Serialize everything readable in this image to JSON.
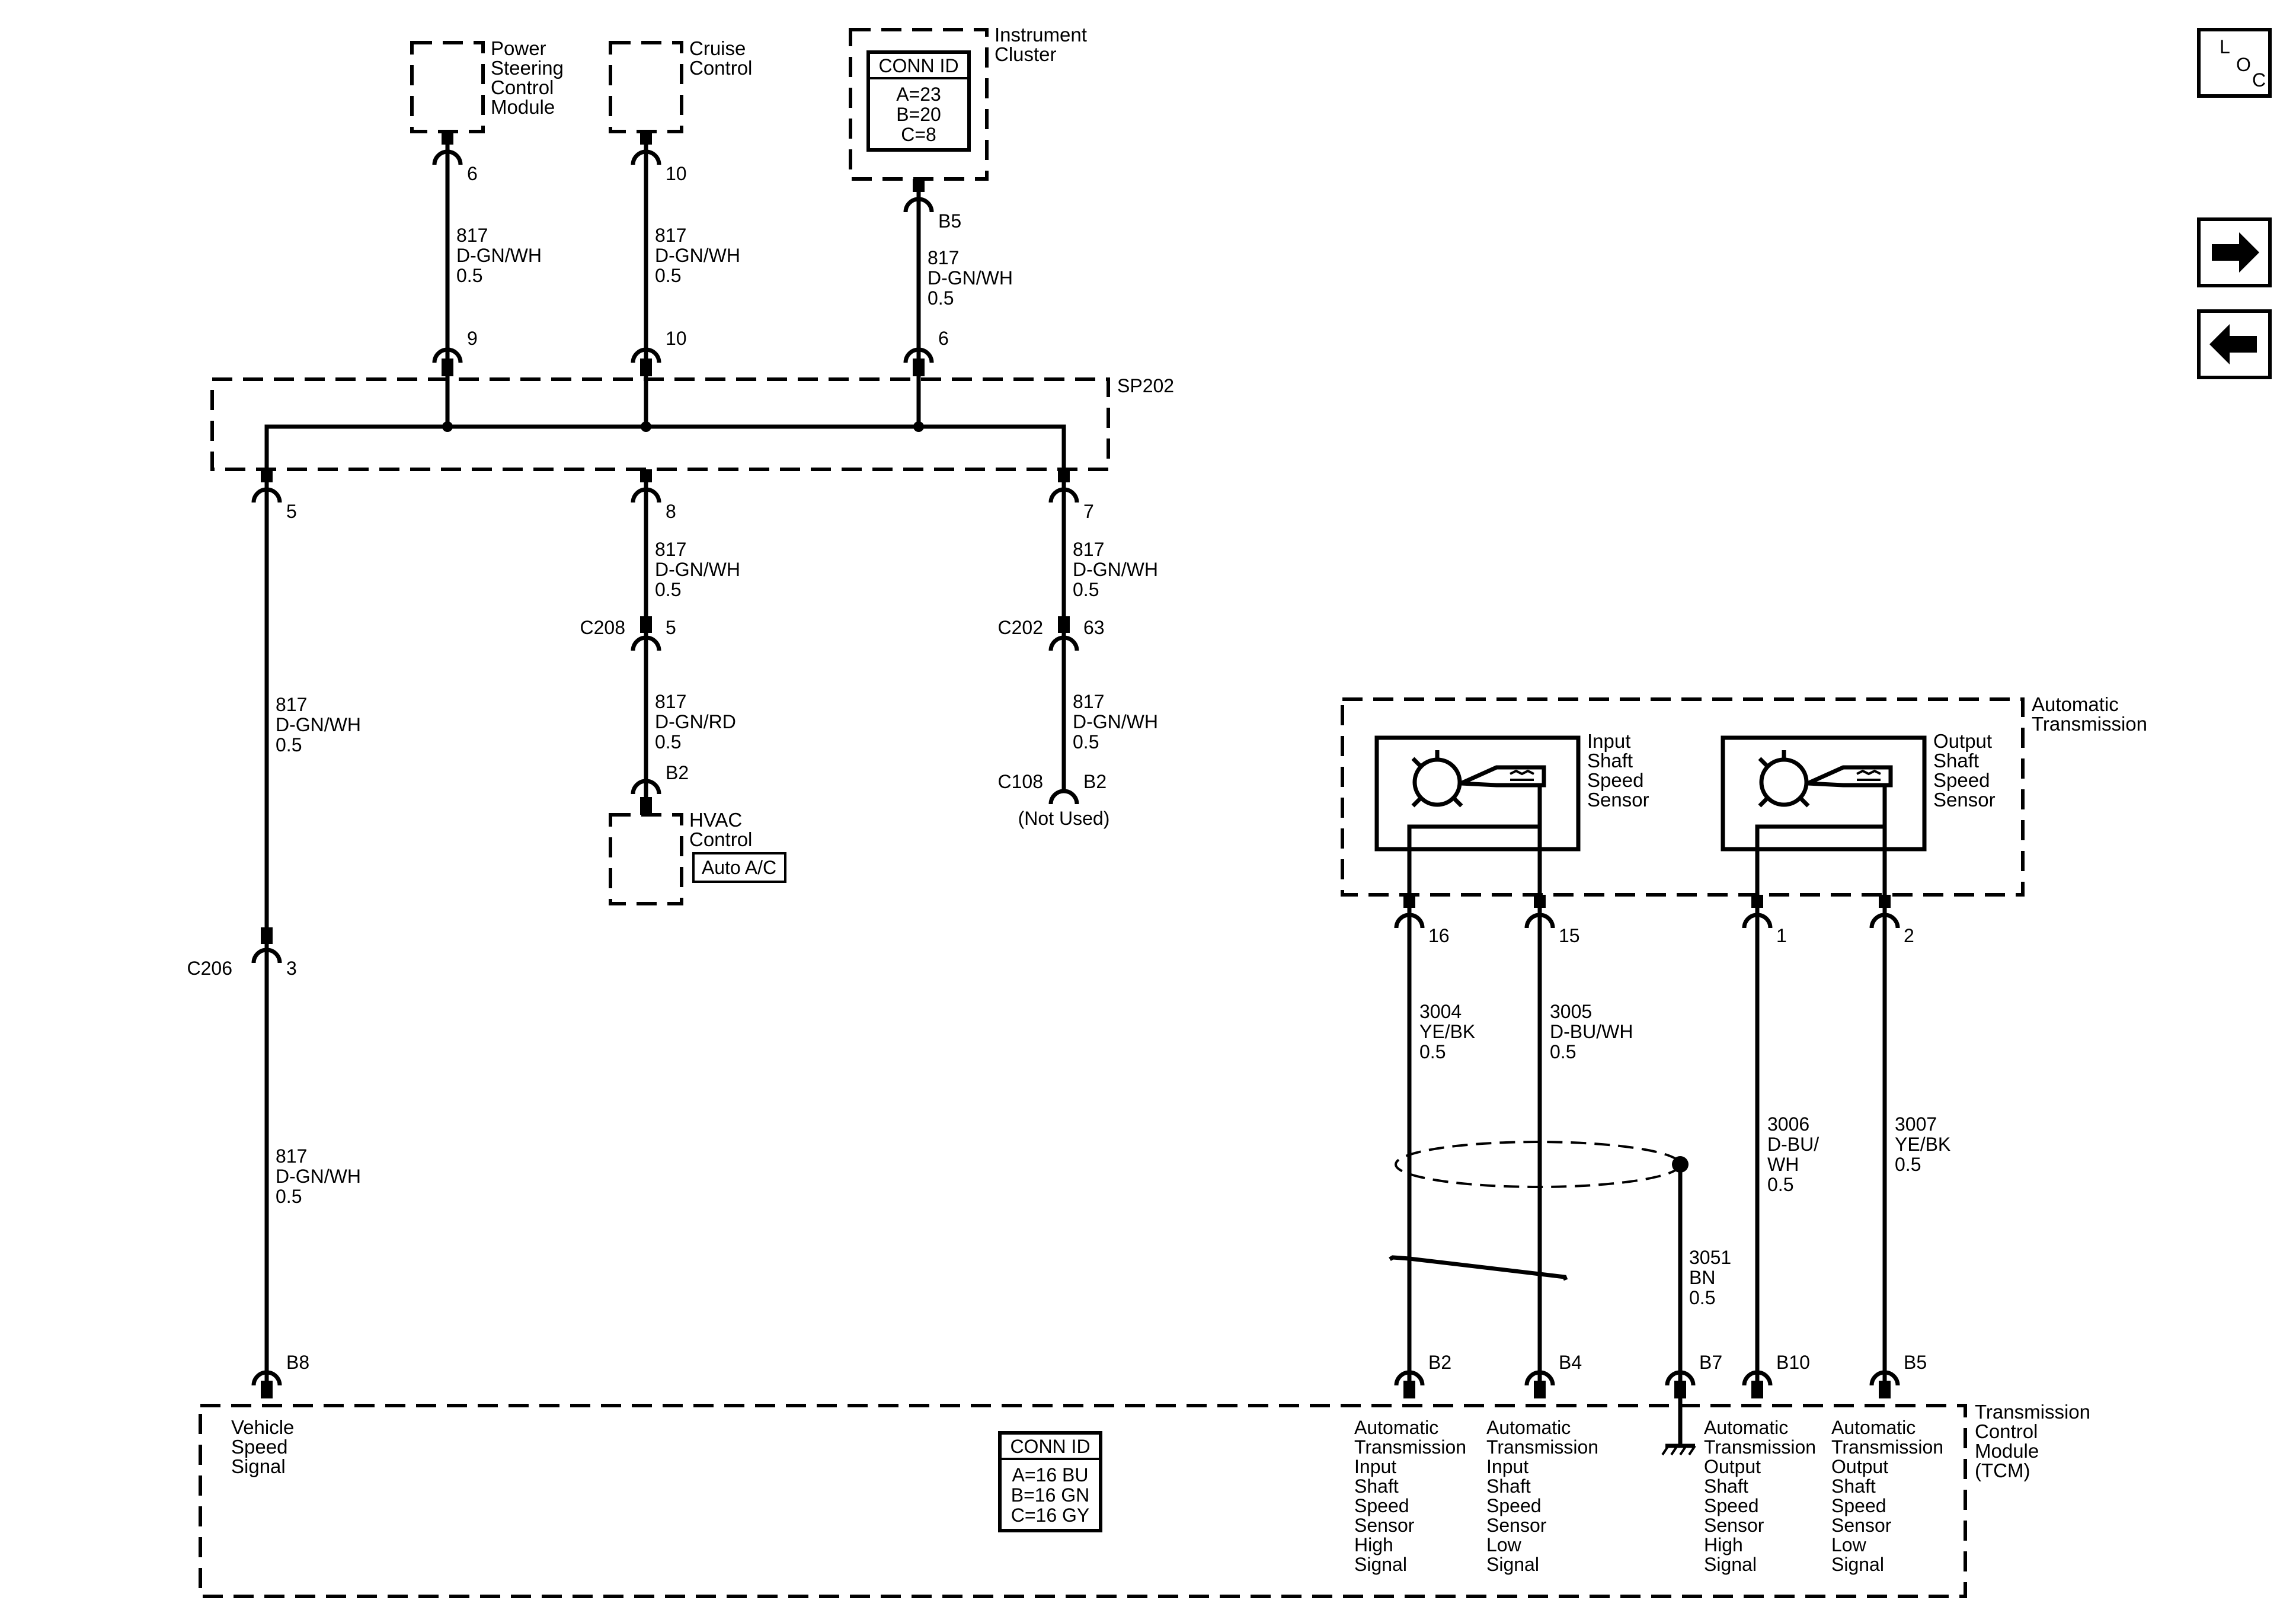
{
  "components": {
    "power_steering": [
      "Power",
      "Steering",
      "Control",
      "Module"
    ],
    "cruise": [
      "Cruise",
      "Control"
    ],
    "instrument_cluster": [
      "Instrument",
      "Cluster"
    ],
    "cluster_conn": {
      "title": "CONN ID",
      "lines": [
        "A=23",
        "B=20",
        "C=8"
      ]
    },
    "splice": "SP202",
    "hvac": [
      "HVAC",
      "Control"
    ],
    "hvac_option": "Auto A/C",
    "auto_trans": [
      "Automatic",
      "Transmission"
    ],
    "input_sensor": [
      "Input",
      "Shaft",
      "Speed",
      "Sensor"
    ],
    "output_sensor": [
      "Output",
      "Shaft",
      "Speed",
      "Sensor"
    ],
    "tcm": [
      "Transmission",
      "Control",
      "Module",
      "(TCM)"
    ],
    "tcm_conn": {
      "title": "CONN ID",
      "lines": [
        "A=16 BU",
        "B=16 GN",
        "C=16 GY"
      ]
    },
    "not_used": "(Not Used)"
  },
  "pins": {
    "ps_top": "6",
    "ps_bottom": "9",
    "cruise_top": "10",
    "cruise_bottom": "10",
    "cluster_top": "B5",
    "cluster_bottom": "6",
    "sp_left": "5",
    "sp_mid": "8",
    "sp_right": "7",
    "c208_name": "C208",
    "c208_pin": "5",
    "hvac_pin": "B2",
    "c202_name": "C202",
    "c202_pin": "63",
    "c108_name": "C108",
    "c108_pin": "B2",
    "c206_name": "C206",
    "c206_pin": "3",
    "tcm_b8": "B8",
    "at_16": "16",
    "at_15": "15",
    "at_1": "1",
    "at_2": "2",
    "tcm_b2": "B2",
    "tcm_b4": "B4",
    "tcm_b7": "B7",
    "tcm_b10": "B10",
    "tcm_b5": "B5"
  },
  "wires": {
    "ps": [
      "817",
      "D-GN/WH",
      "0.5"
    ],
    "cruise": [
      "817",
      "D-GN/WH",
      "0.5"
    ],
    "cluster": [
      "817",
      "D-GN/WH",
      "0.5"
    ],
    "left_upper": [
      "817",
      "D-GN/WH",
      "0.5"
    ],
    "left_lower": [
      "817",
      "D-GN/WH",
      "0.5"
    ],
    "mid_upper": [
      "817",
      "D-GN/WH",
      "0.5"
    ],
    "mid_lower": [
      "817",
      "D-GN/RD",
      "0.5"
    ],
    "right_upper": [
      "817",
      "D-GN/WH",
      "0.5"
    ],
    "right_lower": [
      "817",
      "D-GN/WH",
      "0.5"
    ],
    "w3004": [
      "3004",
      "YE/BK",
      "0.5"
    ],
    "w3005": [
      "3005",
      "D-BU/WH",
      "0.5"
    ],
    "w3006": [
      "3006",
      "D-BU/",
      "WH",
      "0.5"
    ],
    "w3007": [
      "3007",
      "YE/BK",
      "0.5"
    ],
    "w3051": [
      "3051",
      "BN",
      "0.5"
    ]
  },
  "tcm_functions": {
    "vss": [
      "Vehicle",
      "Speed",
      "Signal"
    ],
    "in_high": [
      "Automatic",
      "Transmission",
      "Input",
      "Shaft",
      "Speed",
      "Sensor",
      "High",
      "Signal"
    ],
    "in_low": [
      "Automatic",
      "Transmission",
      "Input",
      "Shaft",
      "Speed",
      "Sensor",
      "Low",
      "Signal"
    ],
    "out_high": [
      "Automatic",
      "Transmission",
      "Output",
      "Shaft",
      "Speed",
      "Sensor",
      "High",
      "Signal"
    ],
    "out_low": [
      "Automatic",
      "Transmission",
      "Output",
      "Shaft",
      "Speed",
      "Sensor",
      "Low",
      "Signal"
    ]
  },
  "loc": [
    "L",
    "O",
    "C"
  ]
}
